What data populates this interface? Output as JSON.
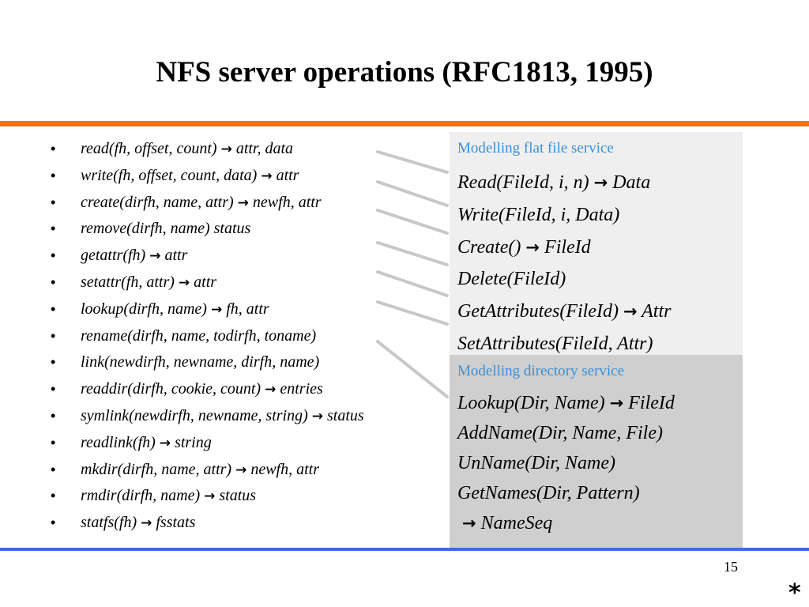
{
  "slide": {
    "title": "NFS server operations (RFC1813, 1995)",
    "page_number": "15",
    "corner_mark": "*"
  },
  "colors": {
    "orange_rule": "#f07117",
    "blue_rule": "#3b6fd8",
    "flat_panel_bg": "#efefef",
    "dir_panel_bg": "#cfcfcf",
    "panel_heading": "#3a8fd6",
    "connector_line": "#c8c8c8"
  },
  "icons": {
    "bullet": "•",
    "arrow": "→"
  },
  "operations": [
    {
      "call": "read(fh, offset, count)",
      "arrow": "→",
      "result": "attr, data"
    },
    {
      "call": "write(fh, offset, count, data)",
      "arrow": "→",
      "result": "attr"
    },
    {
      "call": "create(dirfh, name, attr)",
      "arrow": "→",
      "result": "newfh, attr"
    },
    {
      "call": "remove(dirfh, name)  status",
      "arrow": "",
      "result": ""
    },
    {
      "call": "getattr(fh)",
      "arrow": "→",
      "result": "attr"
    },
    {
      "call": "setattr(fh, attr)",
      "arrow": "→",
      "result": "attr"
    },
    {
      "call": "lookup(dirfh, name)",
      "arrow": "→",
      "result": "fh, attr"
    },
    {
      "call": "rename(dirfh, name, todirfh, toname)",
      "arrow": "",
      "result": ""
    },
    {
      "call": "link(newdirfh, newname, dirfh, name)",
      "arrow": "",
      "result": ""
    },
    {
      "call": "readdir(dirfh, cookie, count)",
      "arrow": "→",
      "result": "entries"
    },
    {
      "call": "symlink(newdirfh, newname, string)",
      "arrow": "→",
      "result": "status"
    },
    {
      "call": "readlink(fh)",
      "arrow": "→",
      "result": "string"
    },
    {
      "call": "mkdir(dirfh, name, attr)",
      "arrow": "→",
      "result": "newfh, attr"
    },
    {
      "call": "rmdir(dirfh, name)",
      "arrow": "→",
      "result": "status"
    },
    {
      "call": "statfs(fh)",
      "arrow": "→",
      "result": "fsstats"
    }
  ],
  "flat_file_service": {
    "heading": "Modelling flat file service",
    "items": [
      {
        "call": "Read(FileId, i, n)",
        "arrow": "→",
        "result": "Data"
      },
      {
        "call": "Write(FileId, i, Data)",
        "arrow": "",
        "result": ""
      },
      {
        "call": "Create()",
        "arrow": "→",
        "result": "FileId"
      },
      {
        "call": "Delete(FileId)",
        "arrow": "",
        "result": ""
      },
      {
        "call": "GetAttributes(FileId)",
        "arrow": "→",
        "result": "Attr"
      },
      {
        "call": "SetAttributes(FileId, Attr)",
        "arrow": "",
        "result": ""
      }
    ]
  },
  "directory_service": {
    "heading": "Modelling directory service",
    "items": [
      {
        "call": "Lookup(Dir, Name)",
        "arrow": "→",
        "result": "FileId"
      },
      {
        "call": "AddName(Dir, Name, File)",
        "arrow": "",
        "result": ""
      },
      {
        "call": "UnName(Dir, Name)",
        "arrow": "",
        "result": ""
      },
      {
        "call": "GetNames(Dir, Pattern)",
        "arrow": "",
        "result": ""
      },
      {
        "call": "",
        "arrow": "→",
        "result": "NameSeq"
      }
    ]
  }
}
